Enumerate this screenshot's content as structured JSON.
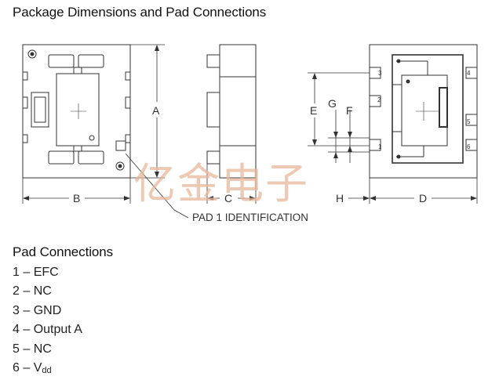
{
  "document": {
    "title": "Package Dimensions and Pad Connections",
    "pad_section_title": "Pad Connections"
  },
  "drawing": {
    "dimension_labels": [
      "A",
      "B",
      "C",
      "D",
      "E",
      "F",
      "G",
      "H"
    ],
    "pad_numbers": [
      "1",
      "2",
      "3",
      "4",
      "5",
      "6"
    ],
    "callout": "PAD 1 IDENTIFICATION"
  },
  "watermark": "亿金电子",
  "pads": [
    {
      "number": "1",
      "name": "EFC"
    },
    {
      "number": "2",
      "name": "NC"
    },
    {
      "number": "3",
      "name": "GND"
    },
    {
      "number": "4",
      "name": "Output A"
    },
    {
      "number": "5",
      "name": "NC"
    },
    {
      "number": "6",
      "name": "V",
      "sub": "dd"
    }
  ]
}
